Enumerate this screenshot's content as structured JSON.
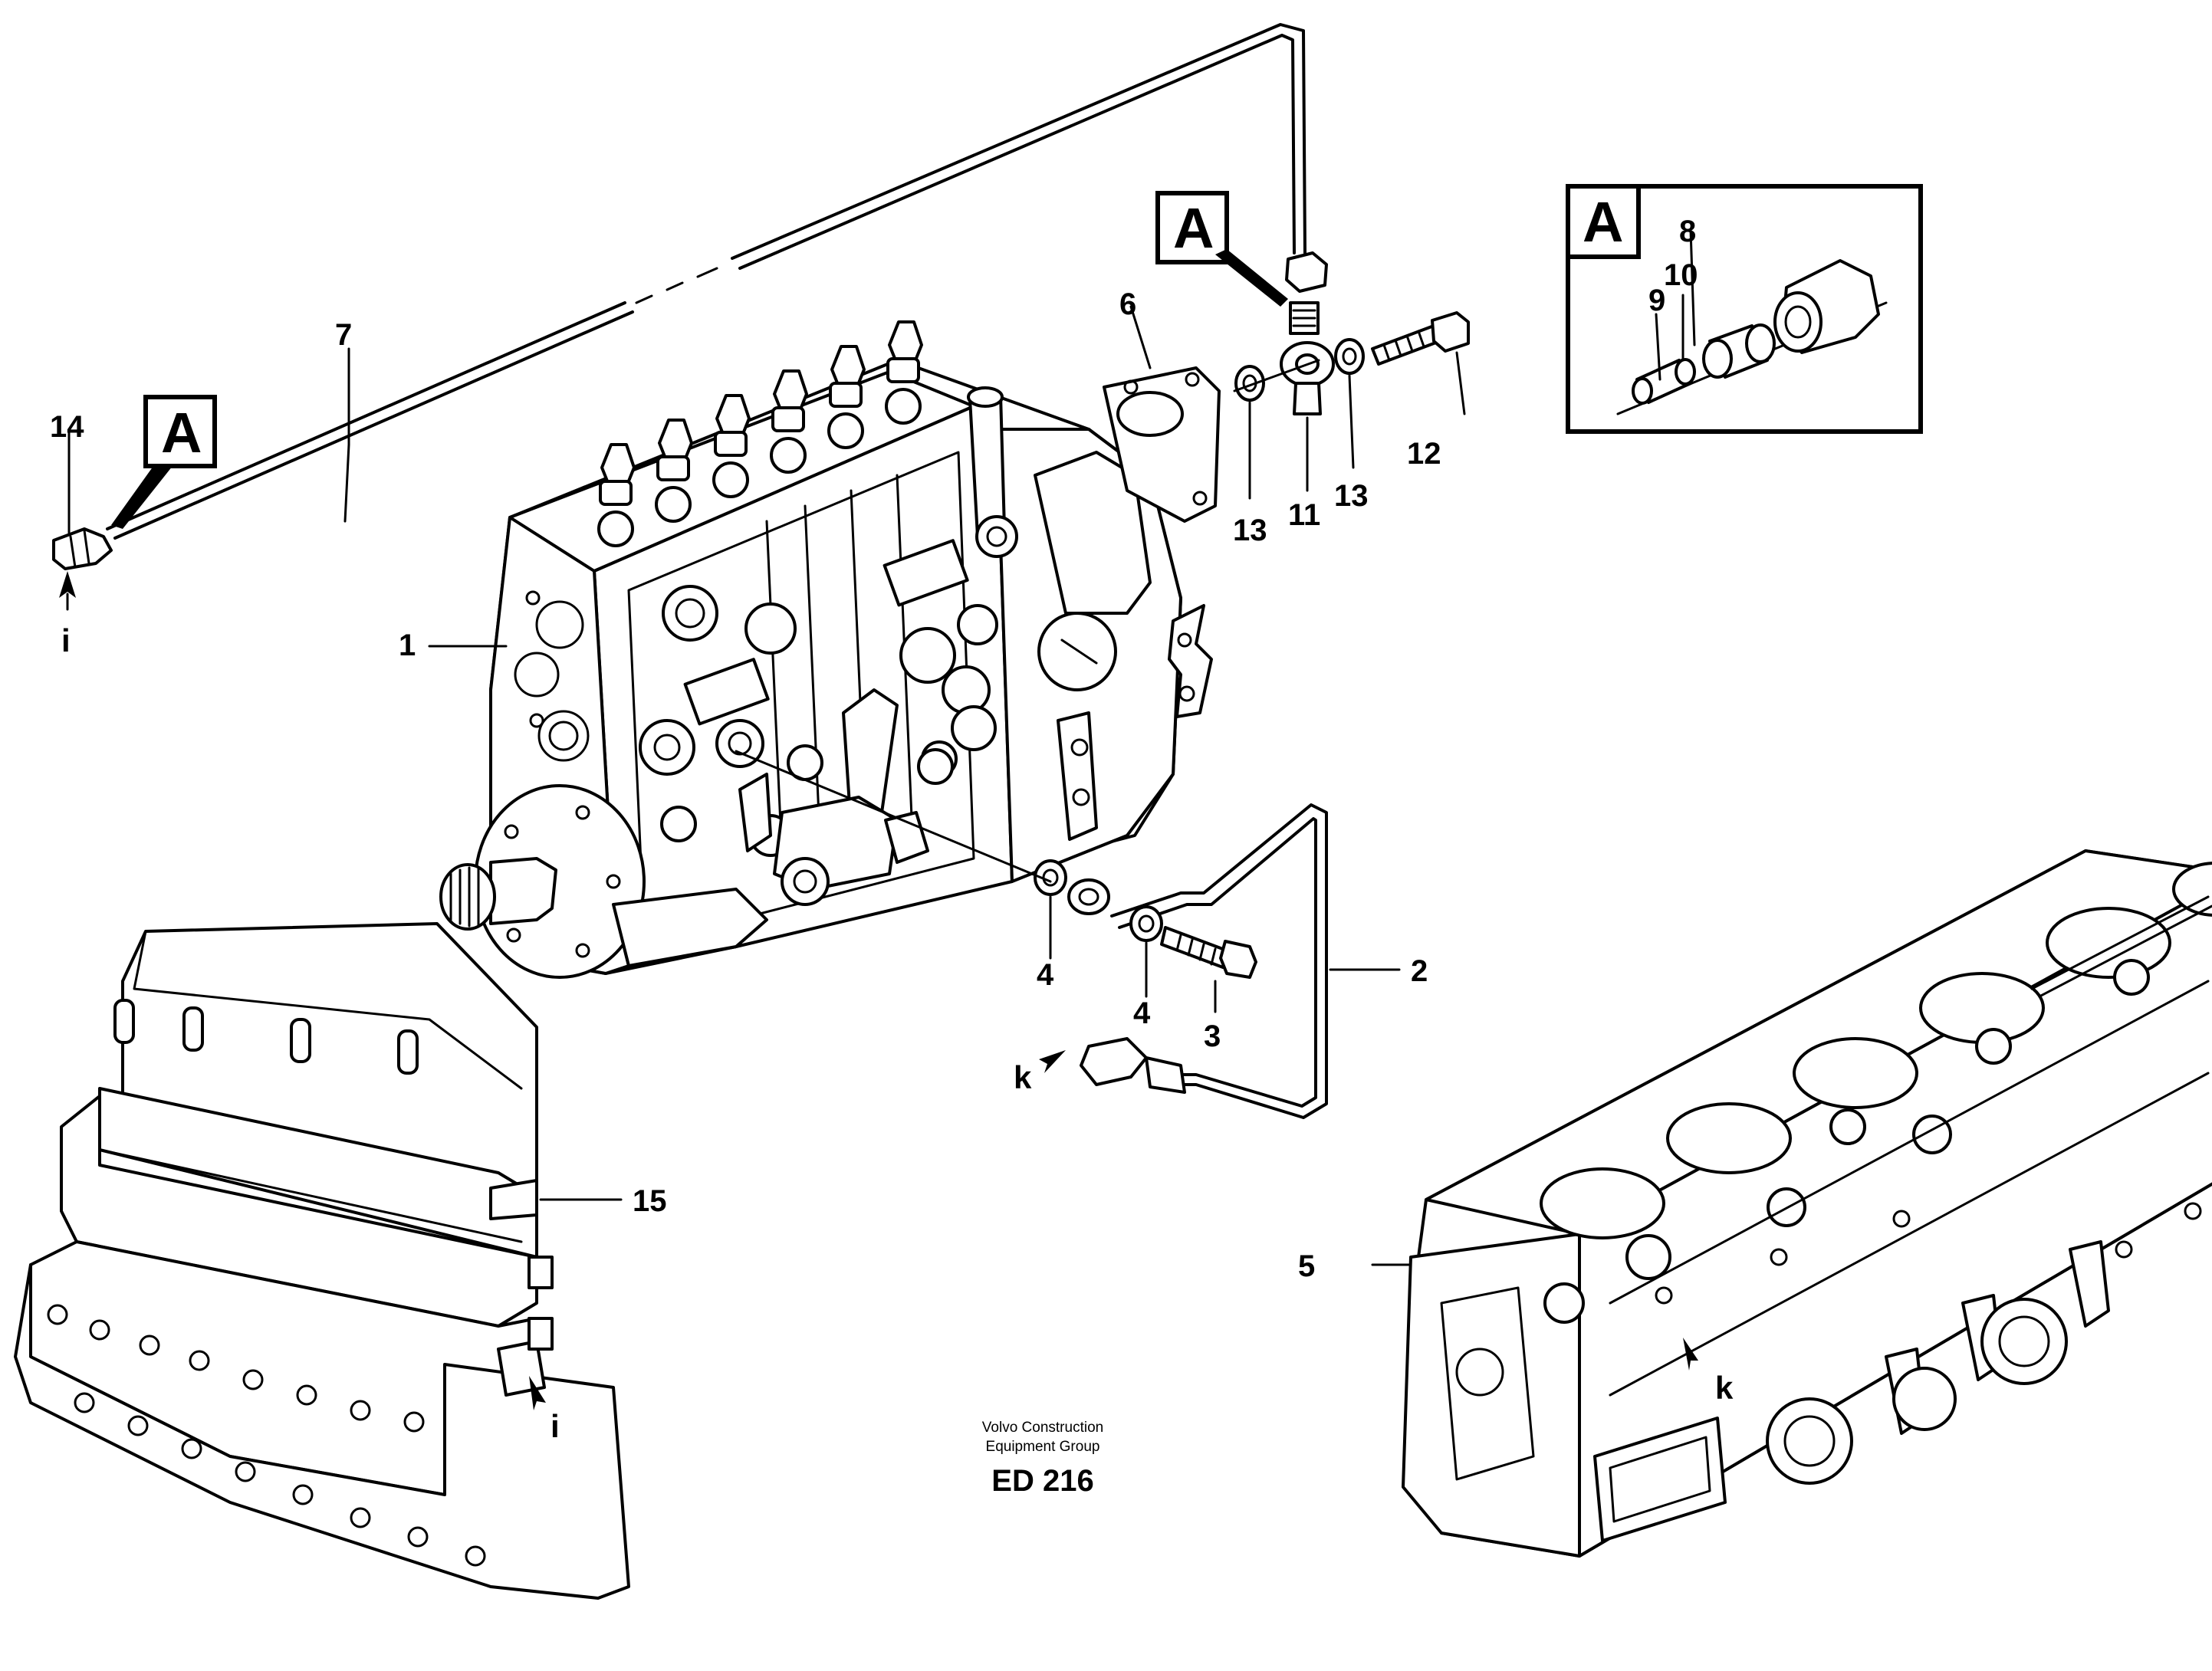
{
  "callouts": {
    "c1": "1",
    "c2": "2",
    "c3": "3",
    "c4a": "4",
    "c4b": "4",
    "c5": "5",
    "c6": "6",
    "c7": "7",
    "c8": "8",
    "c9": "9",
    "c10": "10",
    "c11": "11",
    "c12": "12",
    "c13a": "13",
    "c13b": "13",
    "c14": "14",
    "c15": "15"
  },
  "detail_tags": {
    "a_left": "A",
    "a_center": "A",
    "a_detail": "A"
  },
  "arrow_refs": {
    "i_left": "i",
    "i_bottom": "i",
    "k_hose": "k",
    "k_block": "k"
  },
  "footer": {
    "company_line1": "Volvo Construction",
    "company_line2": "Equipment Group",
    "code": "ED 216"
  }
}
